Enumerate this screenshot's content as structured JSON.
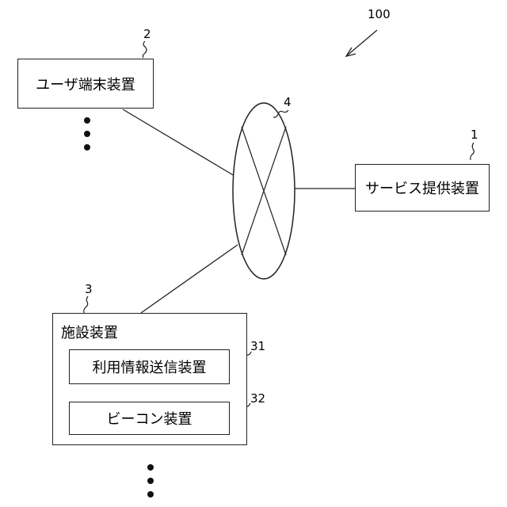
{
  "diagram": {
    "system_ref": "100",
    "user_terminal": {
      "ref": "2",
      "label": "ユーザ端末装置"
    },
    "network": {
      "ref": "4"
    },
    "service_provider": {
      "ref": "1",
      "label": "サービス提供装置"
    },
    "facility": {
      "ref": "3",
      "label": "施設装置",
      "usage_info": {
        "ref": "31",
        "label": "利用情報送信装置"
      },
      "beacon": {
        "ref": "32",
        "label": "ビーコン装置"
      }
    }
  }
}
